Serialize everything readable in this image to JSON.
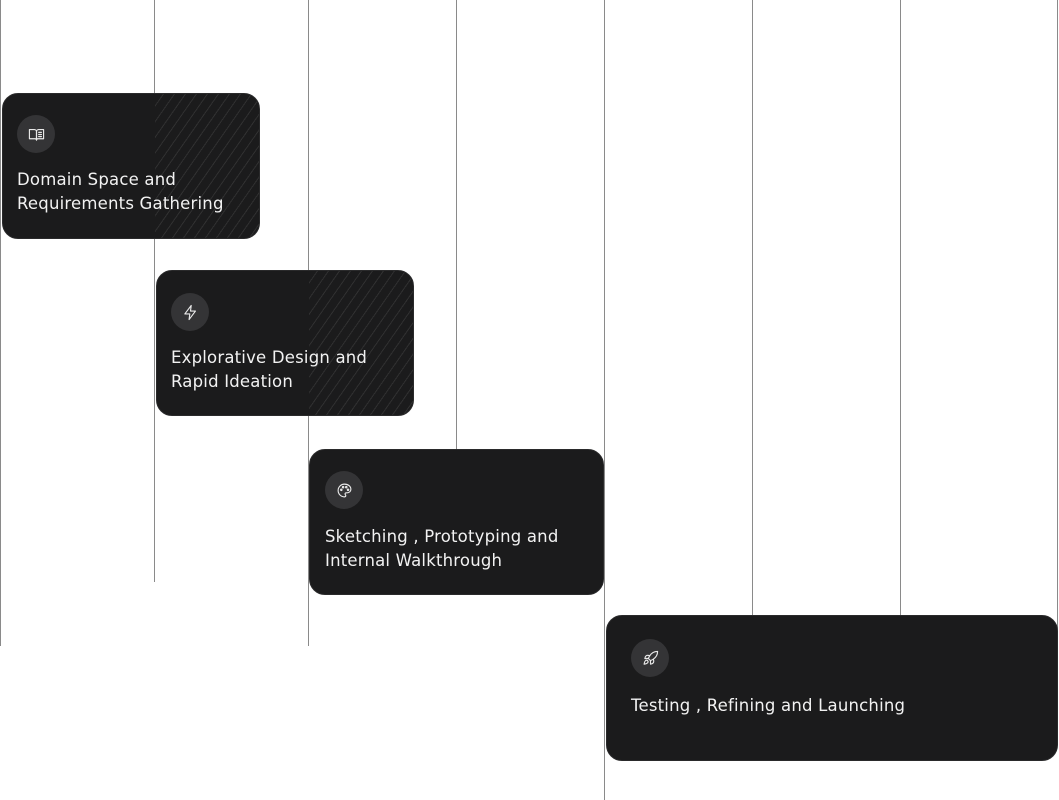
{
  "phases": [
    {
      "label": "Domain Space and Requirements Gathering",
      "icon": "book-open-icon"
    },
    {
      "label": "Explorative Design and Rapid Ideation",
      "icon": "lightning-bolt-icon"
    },
    {
      "label": "Sketching , Prototyping and Internal Walkthrough",
      "icon": "palette-icon"
    },
    {
      "label": "Testing , Refining and Launching",
      "icon": "rocket-icon"
    }
  ],
  "colors": {
    "card_background": "#1b1b1c",
    "icon_background": "#343436",
    "text": "#f2f2f2",
    "grid_line": "#8a8a8a"
  }
}
